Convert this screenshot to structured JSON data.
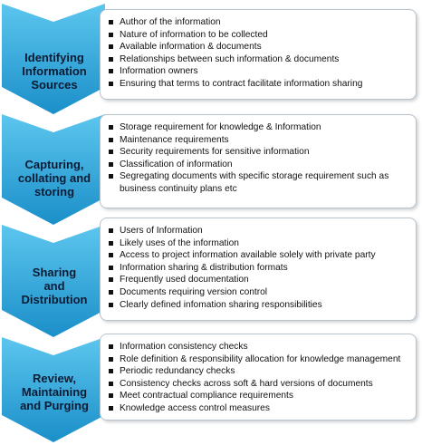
{
  "stages": [
    {
      "title_lines": [
        "Identifying",
        "Information",
        "Sources"
      ],
      "items": [
        "Author of the information",
        "Nature of information to be collected",
        "Available information & documents",
        "Relationships between such information & documents",
        "Information owners",
        "Ensuring that terms to contract facilitate information sharing"
      ]
    },
    {
      "title_lines": [
        "Capturing,",
        "collating and",
        "storing"
      ],
      "items": [
        "Storage requirement for knowledge & Information",
        "Maintenance requirements",
        "Security requirements for sensitive information",
        "Classification of information",
        "Segregating documents with specific storage requirement such as business continuity plans etc"
      ]
    },
    {
      "title_lines": [
        "Sharing",
        "and",
        "Distribution"
      ],
      "items": [
        "Users of Information",
        "Likely uses of the information",
        "Access to project information available solely with private party",
        "Information sharing & distribution formats",
        "Frequently used documentation",
        "Documents requiring version control",
        "Clearly defined infomation sharing responsibilities"
      ]
    },
    {
      "title_lines": [
        "Review,",
        "Maintaining",
        "and Purging"
      ],
      "items": [
        "Information consistency checks",
        "Role definition & responsibility allocation for knowledge management",
        "Periodic redundancy checks",
        "Consistency checks across soft & hard versions of documents",
        "Meet contractual compliance requirements",
        "Knowledge access control measures"
      ]
    }
  ],
  "colors": {
    "chevron_top": "#5cc6ee",
    "chevron_bottom": "#1b8fc9",
    "text": "#0b1b33"
  }
}
